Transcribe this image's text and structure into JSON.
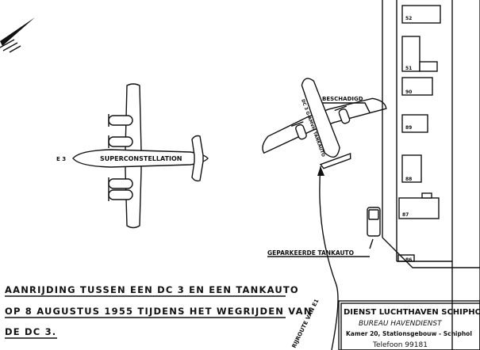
{
  "labels": {
    "beschadigd": "BESCHADIGD",
    "superconstellation": "SUPERCONSTELLATION",
    "e3": "E 3",
    "dc3_body": "DC 3  G-AMVH  TANKAUTO",
    "geparkeerde": "GEPARKEERDE   TANKAUTO",
    "path": "RIJROUTE VAN E1"
  },
  "buildings": [
    "52",
    "51",
    "90",
    "89",
    "88",
    "87",
    "86"
  ],
  "caption": {
    "line1": "AANRIJDING  TUSSEN  EEN  DC 3  EN  EEN  TANKAUTO",
    "line2": "OP  8  AUGUSTUS  1955  TIJDENS  HET  WEGRIJDEN  VAN",
    "line3": "DE  DC 3."
  },
  "stamp": {
    "line1": "DIENST LUCHTHAVEN SCHIPHOL",
    "line2": "BUREAU HAVENDIENST",
    "line3": "Kamer 20, Stationsgebouw - Schiphol",
    "line4": "Telefoon 99181"
  }
}
